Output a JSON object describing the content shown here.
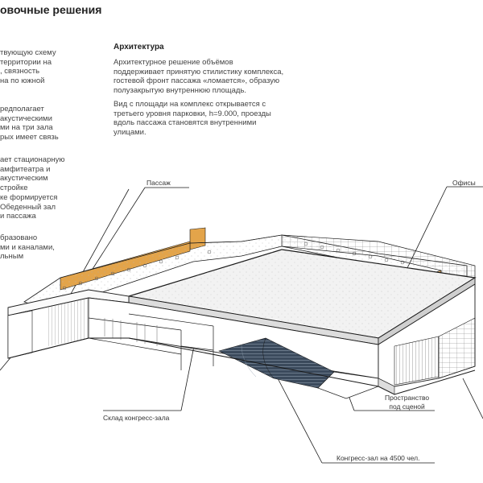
{
  "title": "овочные решения",
  "left_column": {
    "para1": [
      "твующую схему",
      "территории на",
      ", связность",
      "на по южной"
    ],
    "para2": [
      "редполагает",
      "акустическими",
      "ми на три зала",
      "рых имеет связь"
    ],
    "para3": [
      "ает стационарную",
      "амфитеатра и",
      "акустическим",
      "стройке",
      "ке формируется",
      "Обеденный зал",
      "и пассажа"
    ],
    "para4": [
      "бразовано",
      "ми и каналами,",
      "льным"
    ]
  },
  "architecture": {
    "heading": "Архитектура",
    "para1": [
      "Архитектурное решение объёмов",
      "поддерживает принятую стилистику комплекса,",
      "гостевой фронт пассажа «ломается», образую",
      "полузакрытую внутреннюю площадь."
    ],
    "para2": [
      "Вид с площади на комплекс открывается с",
      "третьего уровня парковки, h=9.000, проезды",
      "вдоль пассажа становятся внутренними",
      "улицами."
    ]
  },
  "labels": {
    "passage": "Пассаж",
    "offices": "Офисы",
    "warehouse": "Склад конгресс-зала",
    "under_stage": [
      "Пространство",
      "под сценой"
    ],
    "congress_hall": "Конгресс-зал на 4500 чел."
  },
  "colors": {
    "accent_wood": "#e3a44a",
    "line": "#1a1a1a",
    "seats": "#3b4a5c"
  }
}
